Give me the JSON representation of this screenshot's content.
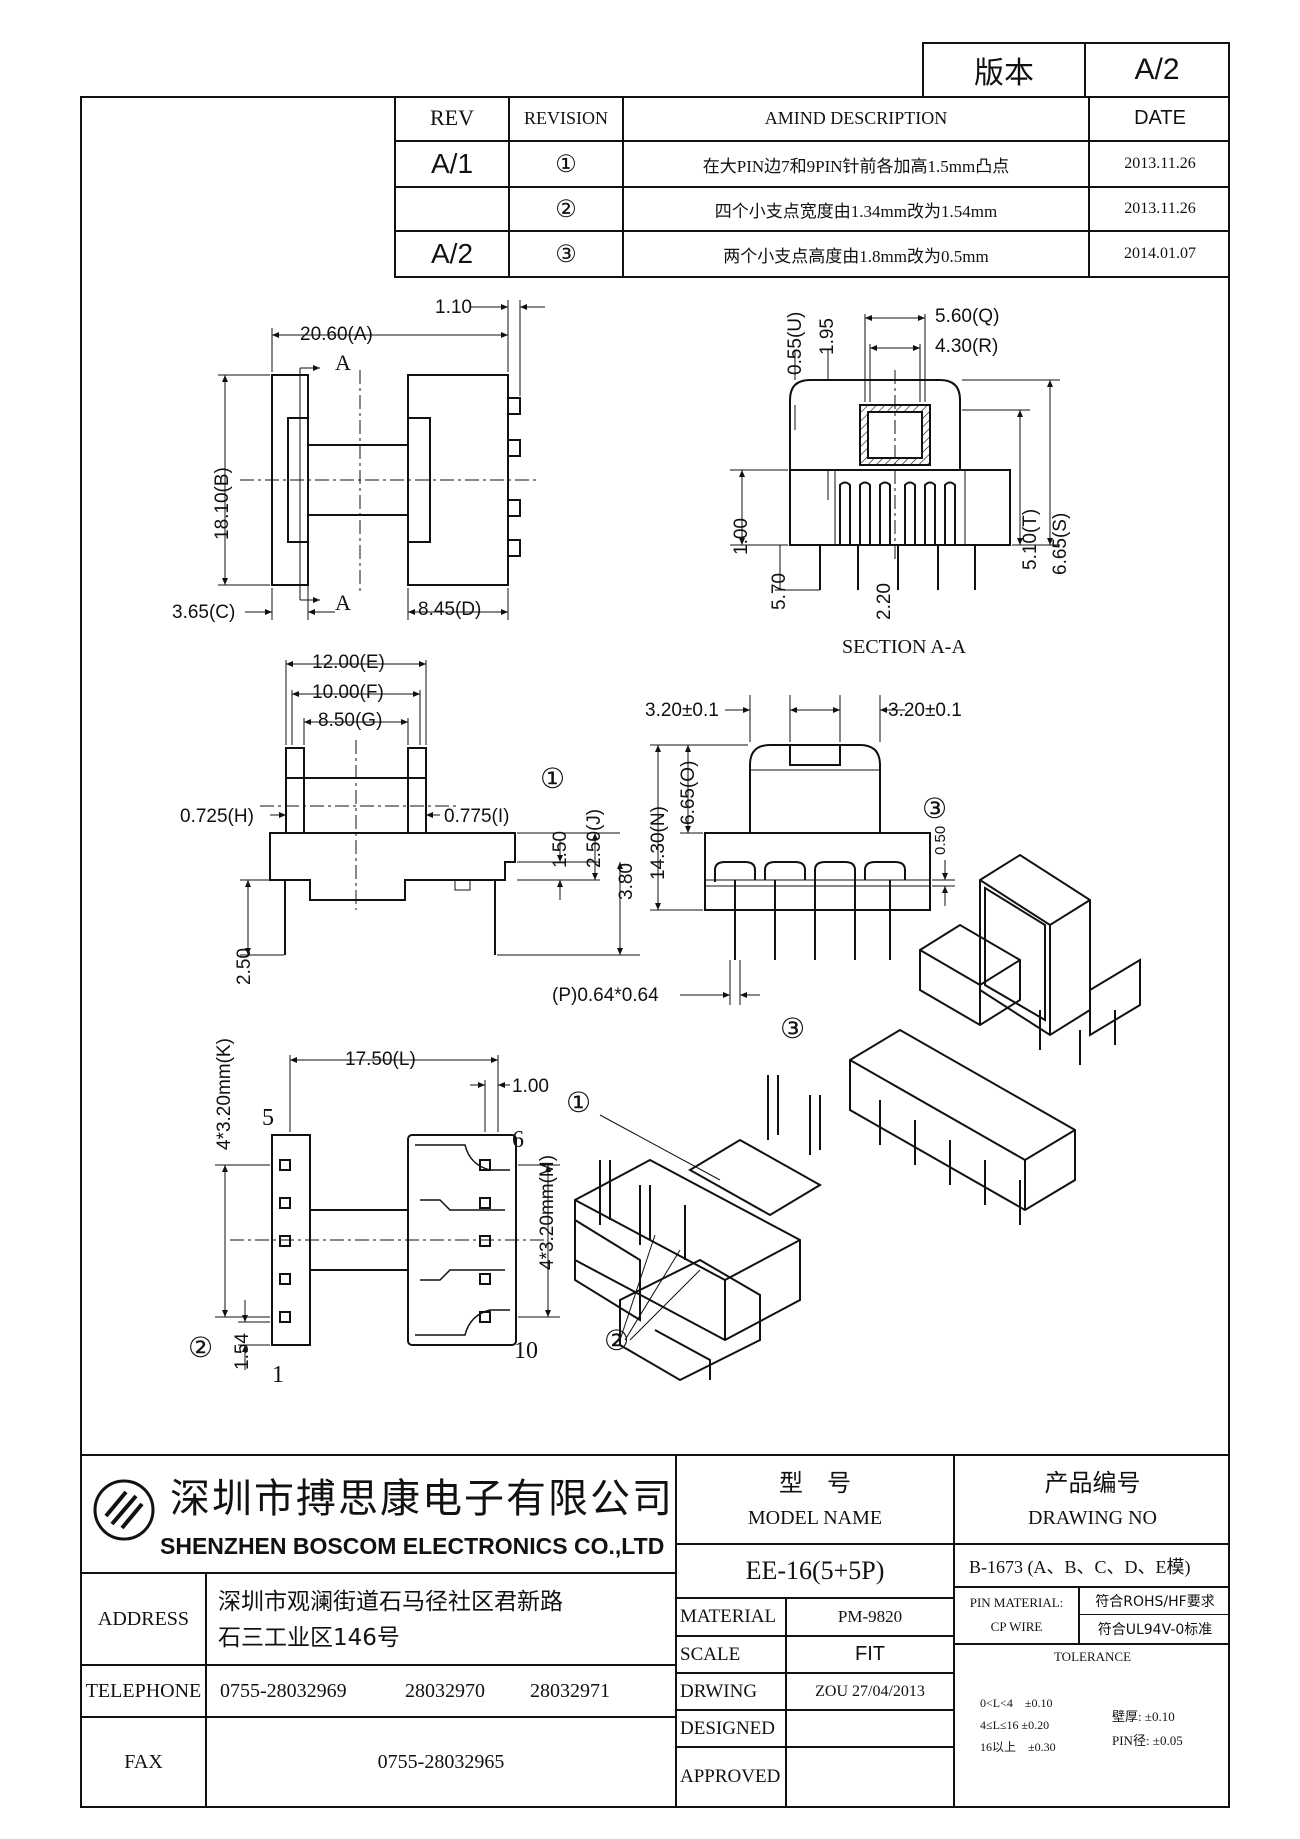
{
  "version_box": {
    "label": "版本",
    "value": "A/2"
  },
  "revision_table": {
    "headers": {
      "rev": "REV",
      "revision": "REVISION",
      "description": "AMIND DESCRIPTION",
      "date": "DATE"
    },
    "rows": [
      {
        "rev": "A/1",
        "mark": "①",
        "description": "在大PIN边7和9PIN针前各加高1.5mm凸点",
        "date": "2013.11.26"
      },
      {
        "rev": "",
        "mark": "②",
        "description": "四个小支点宽度由1.34mm改为1.54mm",
        "date": "2013.11.26"
      },
      {
        "rev": "A/2",
        "mark": "③",
        "description": "两个小支点高度由1.8mm改为0.5mm",
        "date": "2014.01.07"
      }
    ]
  },
  "drawing": {
    "top_view": {
      "dim_110": "1.10",
      "dim_a": "20.60(A)",
      "dim_b": "18.10(B)",
      "dim_c": "3.65(C)",
      "dim_d": "8.45(D)",
      "section_mark": "A"
    },
    "section_view": {
      "dim_u": "0.55(U)",
      "dim_195": "1.95",
      "dim_q": "5.60(Q)",
      "dim_r": "4.30(R)",
      "dim_100": "1.00",
      "dim_570": "5.70",
      "dim_220": "2.20",
      "dim_t": "5.10(T)",
      "dim_s": "6.65(S)",
      "caption": "SECTION A-A"
    },
    "front_view": {
      "dim_e": "12.00(E)",
      "dim_f": "10.00(F)",
      "dim_g": "8.50(G)",
      "dim_h": "0.725(H)",
      "dim_i": "0.775(I)",
      "dim_j": "2.50(J)",
      "dim_150": "1.50",
      "dim_380": "3.80",
      "dim_250": "2.50",
      "mark": "①"
    },
    "side_view": {
      "dim_32a": "3.20±0.1",
      "dim_32b": "3.20±0.1",
      "dim_n": "14.30(N)",
      "dim_o": "6.65(O)",
      "dim_050": "0.50",
      "dim_p": "(P)0.64*0.64",
      "mark": "③"
    },
    "bottom_view": {
      "dim_k": "4*3.20mm(K)",
      "dim_l": "17.50(L)",
      "dim_100": "1.00",
      "dim_m": "4*3.20mm(M)",
      "dim_154": "1.54",
      "pin_5": "5",
      "pin_6": "6",
      "pin_1": "1",
      "pin_10": "10",
      "mark": "②"
    },
    "iso_views": {
      "mark_1": "①",
      "mark_2": "②",
      "mark_3": "③"
    }
  },
  "title_block": {
    "company_cn": "深圳市搏思康电子有限公司",
    "company_en": "SHENZHEN BOSCOM ELECTRONICS CO.,LTD",
    "model_label_cn": "型　号",
    "model_label_en": "MODEL NAME",
    "drawing_no_label_cn": "产品编号",
    "drawing_no_label_en": "DRAWING NO",
    "model_name": "EE-16(5+5P)",
    "drawing_no": "B-1673 (A、B、C、D、E模)",
    "address_label": "ADDRESS",
    "address_line1": "深圳市观澜街道石马径社区君新路",
    "address_line2": "石三工业区146号",
    "telephone_label": "TELEPHONE",
    "telephones": [
      "0755-28032969",
      "28032970",
      "28032971"
    ],
    "fax_label": "FAX",
    "fax": "0755-28032965",
    "material_label": "MATERIAL",
    "material": "PM-9820",
    "scale_label": "SCALE",
    "scale": "FIT",
    "drawing_label": "DRWING",
    "drawing_by": "ZOU 27/04/2013",
    "designed_label": "DESIGNED",
    "approved_label": "APPROVED",
    "pin_material_label": "PIN MATERIAL:",
    "pin_material": "CP WIRE",
    "rohs": "符合ROHS/HF要求",
    "ul": "符合UL94V-0标准",
    "tolerance_label": "TOLERANCE",
    "tol_lines": [
      "0<L<4　±0.10",
      "4≤L≤16 ±0.20",
      "16以上　±0.30"
    ],
    "wall_tol": "壁厚: ±0.10",
    "pin_tol": "PIN径: ±0.05"
  }
}
